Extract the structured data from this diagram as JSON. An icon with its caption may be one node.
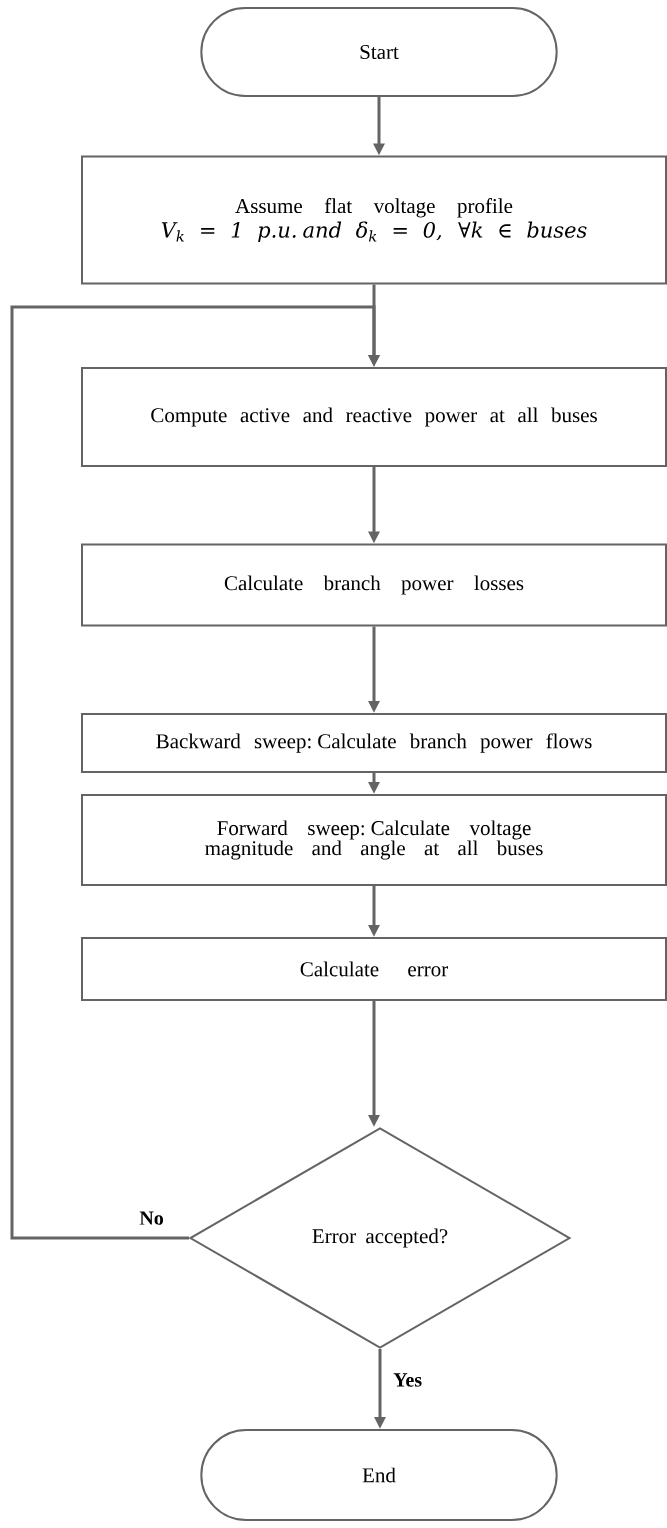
{
  "diagram": {
    "nodes": [
      {
        "text": [
          "Start"
        ]
      },
      {
        "text": [
          "Assume flat voltage profile",
          "*V*$_{k}$ = 1 *p.u. and δ*$_{k}$ = 0, ∀*k* ∈ *buses*"
        ]
      },
      {
        "text": [
          "Compute active and reactive power at all buses"
        ]
      },
      {
        "text": [
          "Calculate branch power losses"
        ]
      },
      {
        "text": [
          "Backward sweep: Calculate branch power flows"
        ]
      },
      {
        "text": [
          "Forward sweep: Calculate voltage magnitude and angle at all buses"
        ]
      },
      {
        "text": [
          "Calculate error"
        ]
      },
      {
        "text": [
          "Error accepted?"
        ]
      },
      {
        "text": [
          "End"
        ]
      }
    ],
    "edges": [
      {
        "from": 0,
        "to": 1,
        "arrow": "to"
      },
      {
        "from": 1,
        "to": 2,
        "arrow": "to"
      },
      {
        "from": 2,
        "to": 3,
        "arrow": "to"
      },
      {
        "from": 3,
        "to": 4,
        "arrow": "to"
      },
      {
        "from": 4,
        "to": 5,
        "arrow": "to"
      },
      {
        "from": 5,
        "to": 6,
        "arrow": "to"
      },
      {
        "from": 6,
        "to": 7,
        "arrow": "to"
      },
      {
        "from": 7,
        "to": 2,
        "arrow": "to",
        "label": "No"
      },
      {
        "from": 7,
        "to": 8,
        "arrow": "to",
        "label": "Yes"
      }
    ]
  }
}
